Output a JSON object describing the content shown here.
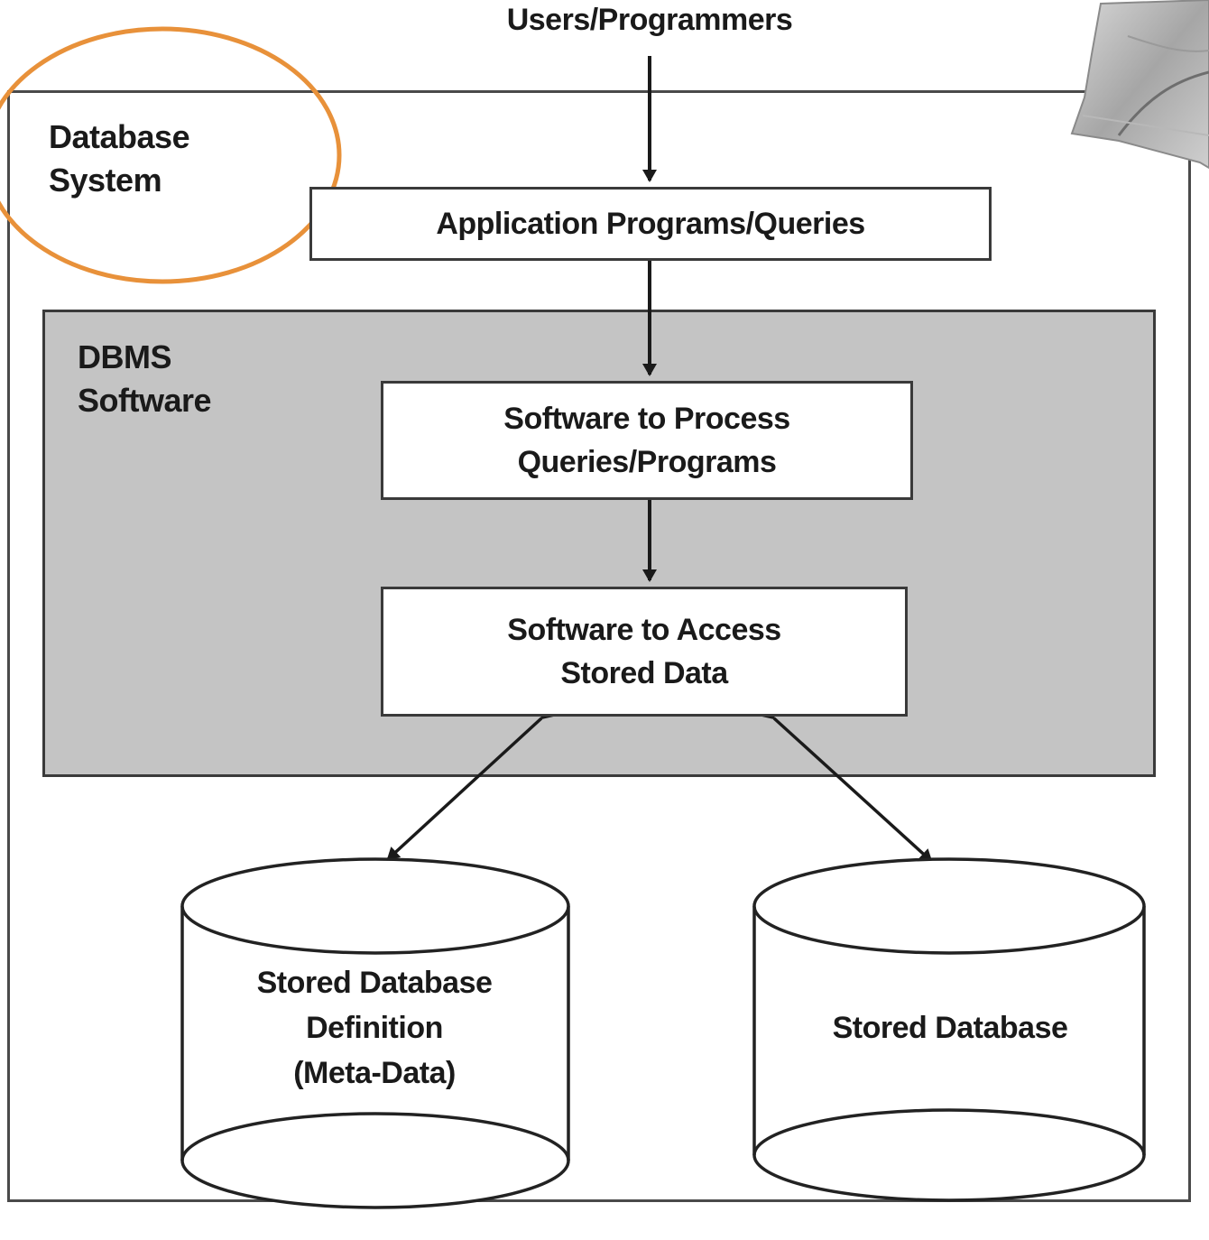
{
  "users_label": "Users/Programmers",
  "system": {
    "line1": "Database",
    "line2": "System"
  },
  "application": "Application Programs/Queries",
  "dbms": {
    "line1": "DBMS",
    "line2": "Software"
  },
  "process": {
    "line1": "Software to Process",
    "line2": "Queries/Programs"
  },
  "access": {
    "line1": "Software to Access",
    "line2": "Stored Data"
  },
  "metadata_db": {
    "line1": "Stored Database",
    "line2": "Definition",
    "line3": "(Meta-Data)"
  },
  "stored_db": {
    "label": "Stored Database"
  },
  "colors": {
    "highlight_ellipse": "#e8913a",
    "dbms_fill": "#c4c4c4",
    "stroke": "#3a3a3a"
  }
}
